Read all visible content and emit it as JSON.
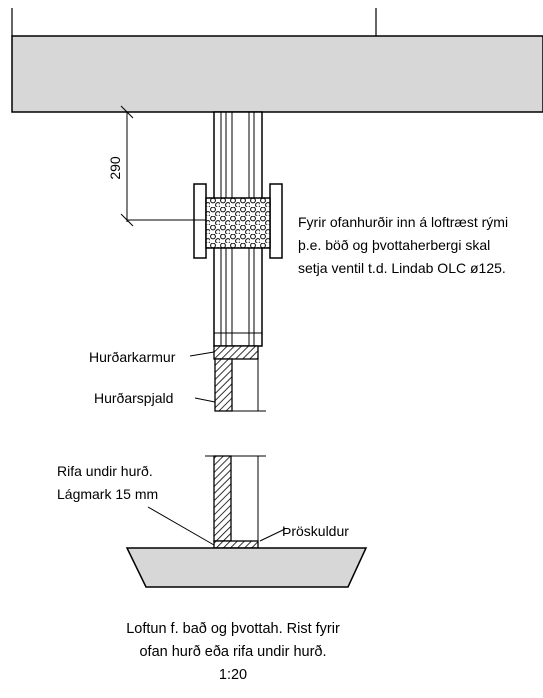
{
  "dimension": {
    "value": "290"
  },
  "labels": {
    "vent_note": [
      "Fyrir ofanhurðir inn á loftræst rými",
      "þ.e. böð og þvottaherbergi skal",
      "setja ventil t.d. Lindab OLC ø125."
    ],
    "frame": "Hurðarkarmur",
    "panel": "Hurðarspjald",
    "gap": [
      "Rifa undir hurð.",
      "Lágmark 15 mm"
    ],
    "threshold": "Þröskuldur"
  },
  "caption": {
    "line1": "Loftun f. bað og þvottah. Rist fyrir",
    "line2": "ofan hurð eða rifa undir hurð.",
    "scale": "1:20"
  }
}
